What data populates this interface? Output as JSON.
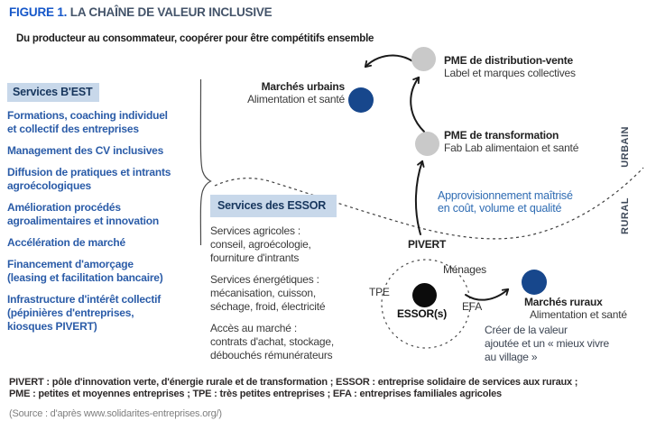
{
  "colors": {
    "figure_label_blue": "#1557c9",
    "title_gray": "#44546a",
    "sidebar_blue": "#2b5ca8",
    "panel_header_bg": "#c8d8ea",
    "panel_header_text": "#17365d",
    "annotation_blue": "#2f6cb3",
    "node_gray": "#c9c9c9",
    "node_blue": "#17478c",
    "node_black": "#0c0c0c"
  },
  "header": {
    "figure_label": "FIGURE 1.",
    "figure_title": " LA CHAÎNE DE VALEUR INCLUSIVE",
    "subtitle": "Du producteur au consommateur, coopérer pour être compétitifs ensemble"
  },
  "services_best": {
    "title": "Services B'EST",
    "items": [
      "Formations, coaching individuel\net collectif des entreprises",
      "Management des CV inclusives",
      "Diffusion de pratiques et intrants\nagroécologiques",
      "Amélioration procédés\nagroalimentaires et innovation",
      "Accélération de marché",
      "Financement d'amorçage\n(leasing et facilitation bancaire)",
      "Infrastructure d'intérêt collectif\n(pépinières d'entreprises,\nkiosques PIVERT)"
    ]
  },
  "services_essor": {
    "title": "Services des ESSOR",
    "items": [
      "Services agricoles :\nconseil, agroécologie,\nfourniture d'intrants",
      "Services énergétiques :\nmécanisation, cuisson,\nséchage, froid, électricité",
      "Accès au marché :\ncontrats d'achat, stockage,\ndébouchés rémunérateurs"
    ]
  },
  "nodes": {
    "marches_urbains": {
      "title": "Marchés urbains",
      "subtitle": "Alimentation et santé"
    },
    "pme_distribution": {
      "title": "PME de distribution-vente",
      "subtitle": "Label et marques collectives"
    },
    "pme_transformation": {
      "title": "PME de transformation",
      "subtitle": "Fab Lab alimentaion et santé"
    },
    "marches_ruraux": {
      "title": "Marchés ruraux",
      "subtitle": "Alimentation et santé"
    },
    "pivert": "PIVERT",
    "essor": "ESSOR(s)"
  },
  "annotations": {
    "approvisionnement": "Approvisionnement maîtrisé\nen coût, volume et qualité",
    "creer_valeur": "Créer de la valeur\najoutée et un « mieux vivre\nau village »",
    "menages": "Ménages",
    "tpe": "TPE",
    "efa": "EFA",
    "urbain": "URBAIN",
    "rural": "RURAL"
  },
  "footer": {
    "legend": "PIVERT : pôle d'innovation verte, d'énergie rurale et de transformation ; ESSOR : entreprise solidaire de services aux ruraux ;\nPME : petites et moyennes entreprises ; TPE : très petites entreprises ; EFA : entreprises familiales agricoles",
    "source": "(Source : d'après www.solidarites-entreprises.org/)"
  }
}
